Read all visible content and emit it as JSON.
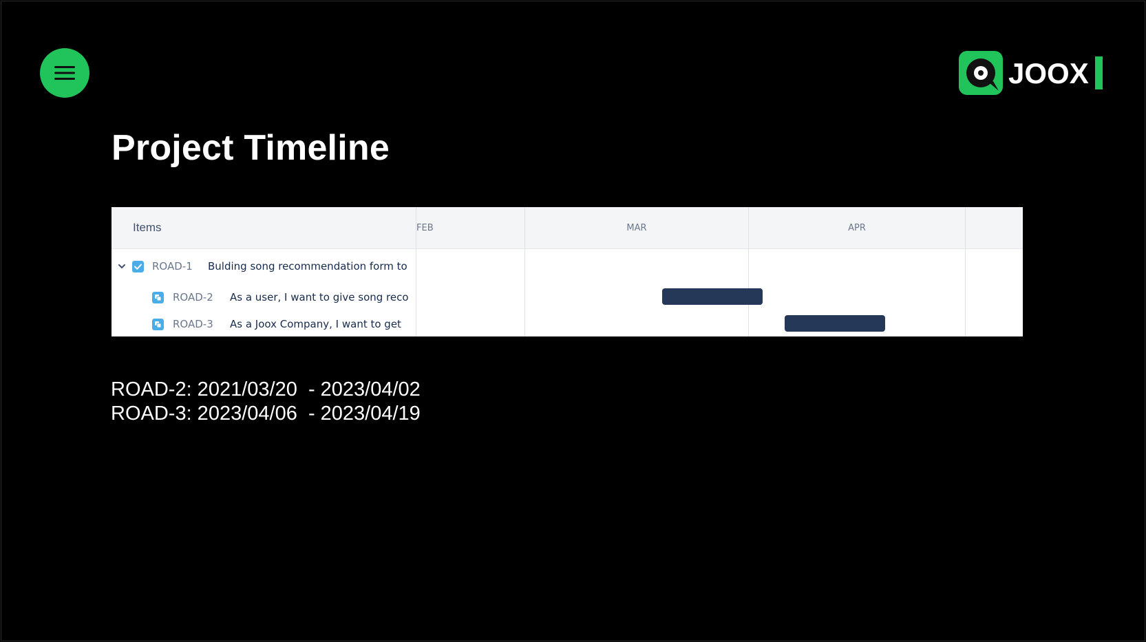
{
  "slide": {
    "title": "Project Timeline",
    "brand": {
      "name": "JOOX",
      "accent": "#21c45a"
    },
    "menu_icon": "hamburger-icon"
  },
  "timeline": {
    "items_header": "Items",
    "months": [
      "FEB",
      "MAR",
      "APR"
    ],
    "rows": [
      {
        "key": "ROAD-1",
        "summary": "Bulding song recommendation form to",
        "icon": "epic-checkbox-icon",
        "expanded": true
      },
      {
        "key": "ROAD-2",
        "summary": "As a user, I want to give song reco",
        "icon": "story-icon"
      },
      {
        "key": "ROAD-3",
        "summary": "As a Joox Company, I want to get",
        "icon": "story-icon"
      }
    ],
    "bar_color": "#253858"
  },
  "dates": {
    "lines": [
      "ROAD-2: 2021/03/20  - 2023/04/02",
      "ROAD-3: 2023/04/06  - 2023/04/19"
    ]
  }
}
